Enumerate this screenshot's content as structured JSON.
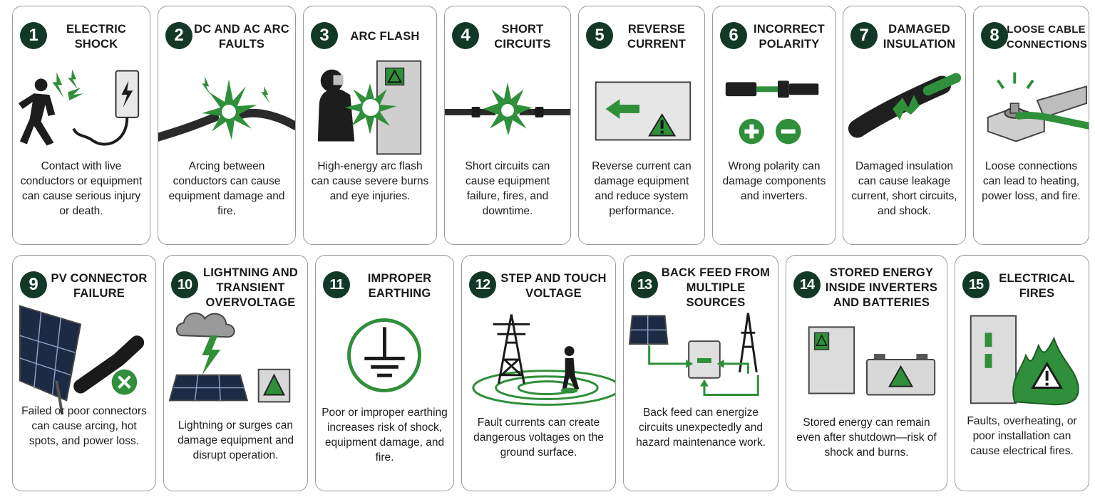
{
  "colors": {
    "accent": "#2f8f3a",
    "dark": "#123826",
    "border": "#9a9a9a"
  },
  "cards": [
    {
      "num": "1",
      "title": "ELECTRIC SHOCK",
      "desc": "Contact with live conductors or equipment can cause serious injury or death."
    },
    {
      "num": "2",
      "title": "DC AND AC ARC FAULTS",
      "desc": "Arcing between conductors can cause equipment damage and fire."
    },
    {
      "num": "3",
      "title": "ARC FLASH",
      "desc": "High-energy arc flash can cause severe burns and eye injuries."
    },
    {
      "num": "4",
      "title": "SHORT CIRCUITS",
      "desc": "Short circuits can cause equipment failure, fires, and downtime."
    },
    {
      "num": "5",
      "title": "REVERSE CURRENT",
      "desc": "Reverse current can damage equipment and reduce system performance."
    },
    {
      "num": "6",
      "title": "INCORRECT POLARITY",
      "desc": "Wrong polarity can damage components and inverters."
    },
    {
      "num": "7",
      "title": "DAMAGED INSULATION",
      "desc": "Damaged insulation can cause leakage current, short circuits, and shock."
    },
    {
      "num": "8",
      "title": "LOOSE CABLE CONNECTIONS",
      "desc": "Loose connections can lead to heating, power loss, and fire."
    },
    {
      "num": "9",
      "title": "PV CONNECTOR FAILURE",
      "desc": "Failed or poor connectors can cause arcing, hot spots, and power loss."
    },
    {
      "num": "10",
      "title": "LIGHTNING AND TRANSIENT OVERVOLTAGE",
      "desc": "Lightning or surges can damage equipment and disrupt operation."
    },
    {
      "num": "11",
      "title": "IMPROPER EARTHING",
      "desc": "Poor or improper earthing increases risk of shock, equipment damage, and fire."
    },
    {
      "num": "12",
      "title": "STEP AND TOUCH VOLTAGE",
      "desc": "Fault currents can create dangerous voltages on the ground surface."
    },
    {
      "num": "13",
      "title": "BACK FEED FROM MULTIPLE SOURCES",
      "desc": "Back feed can energize circuits unexpectedly and hazard maintenance work."
    },
    {
      "num": "14",
      "title": "STORED ENERGY INSIDE INVERTERS AND BATTERIES",
      "desc": "Stored energy can remain even after shutdown—risk of shock and burns."
    },
    {
      "num": "15",
      "title": "ELECTRICAL FIRES",
      "desc": "Faults, overheating, or poor installation can cause electrical fires."
    }
  ]
}
